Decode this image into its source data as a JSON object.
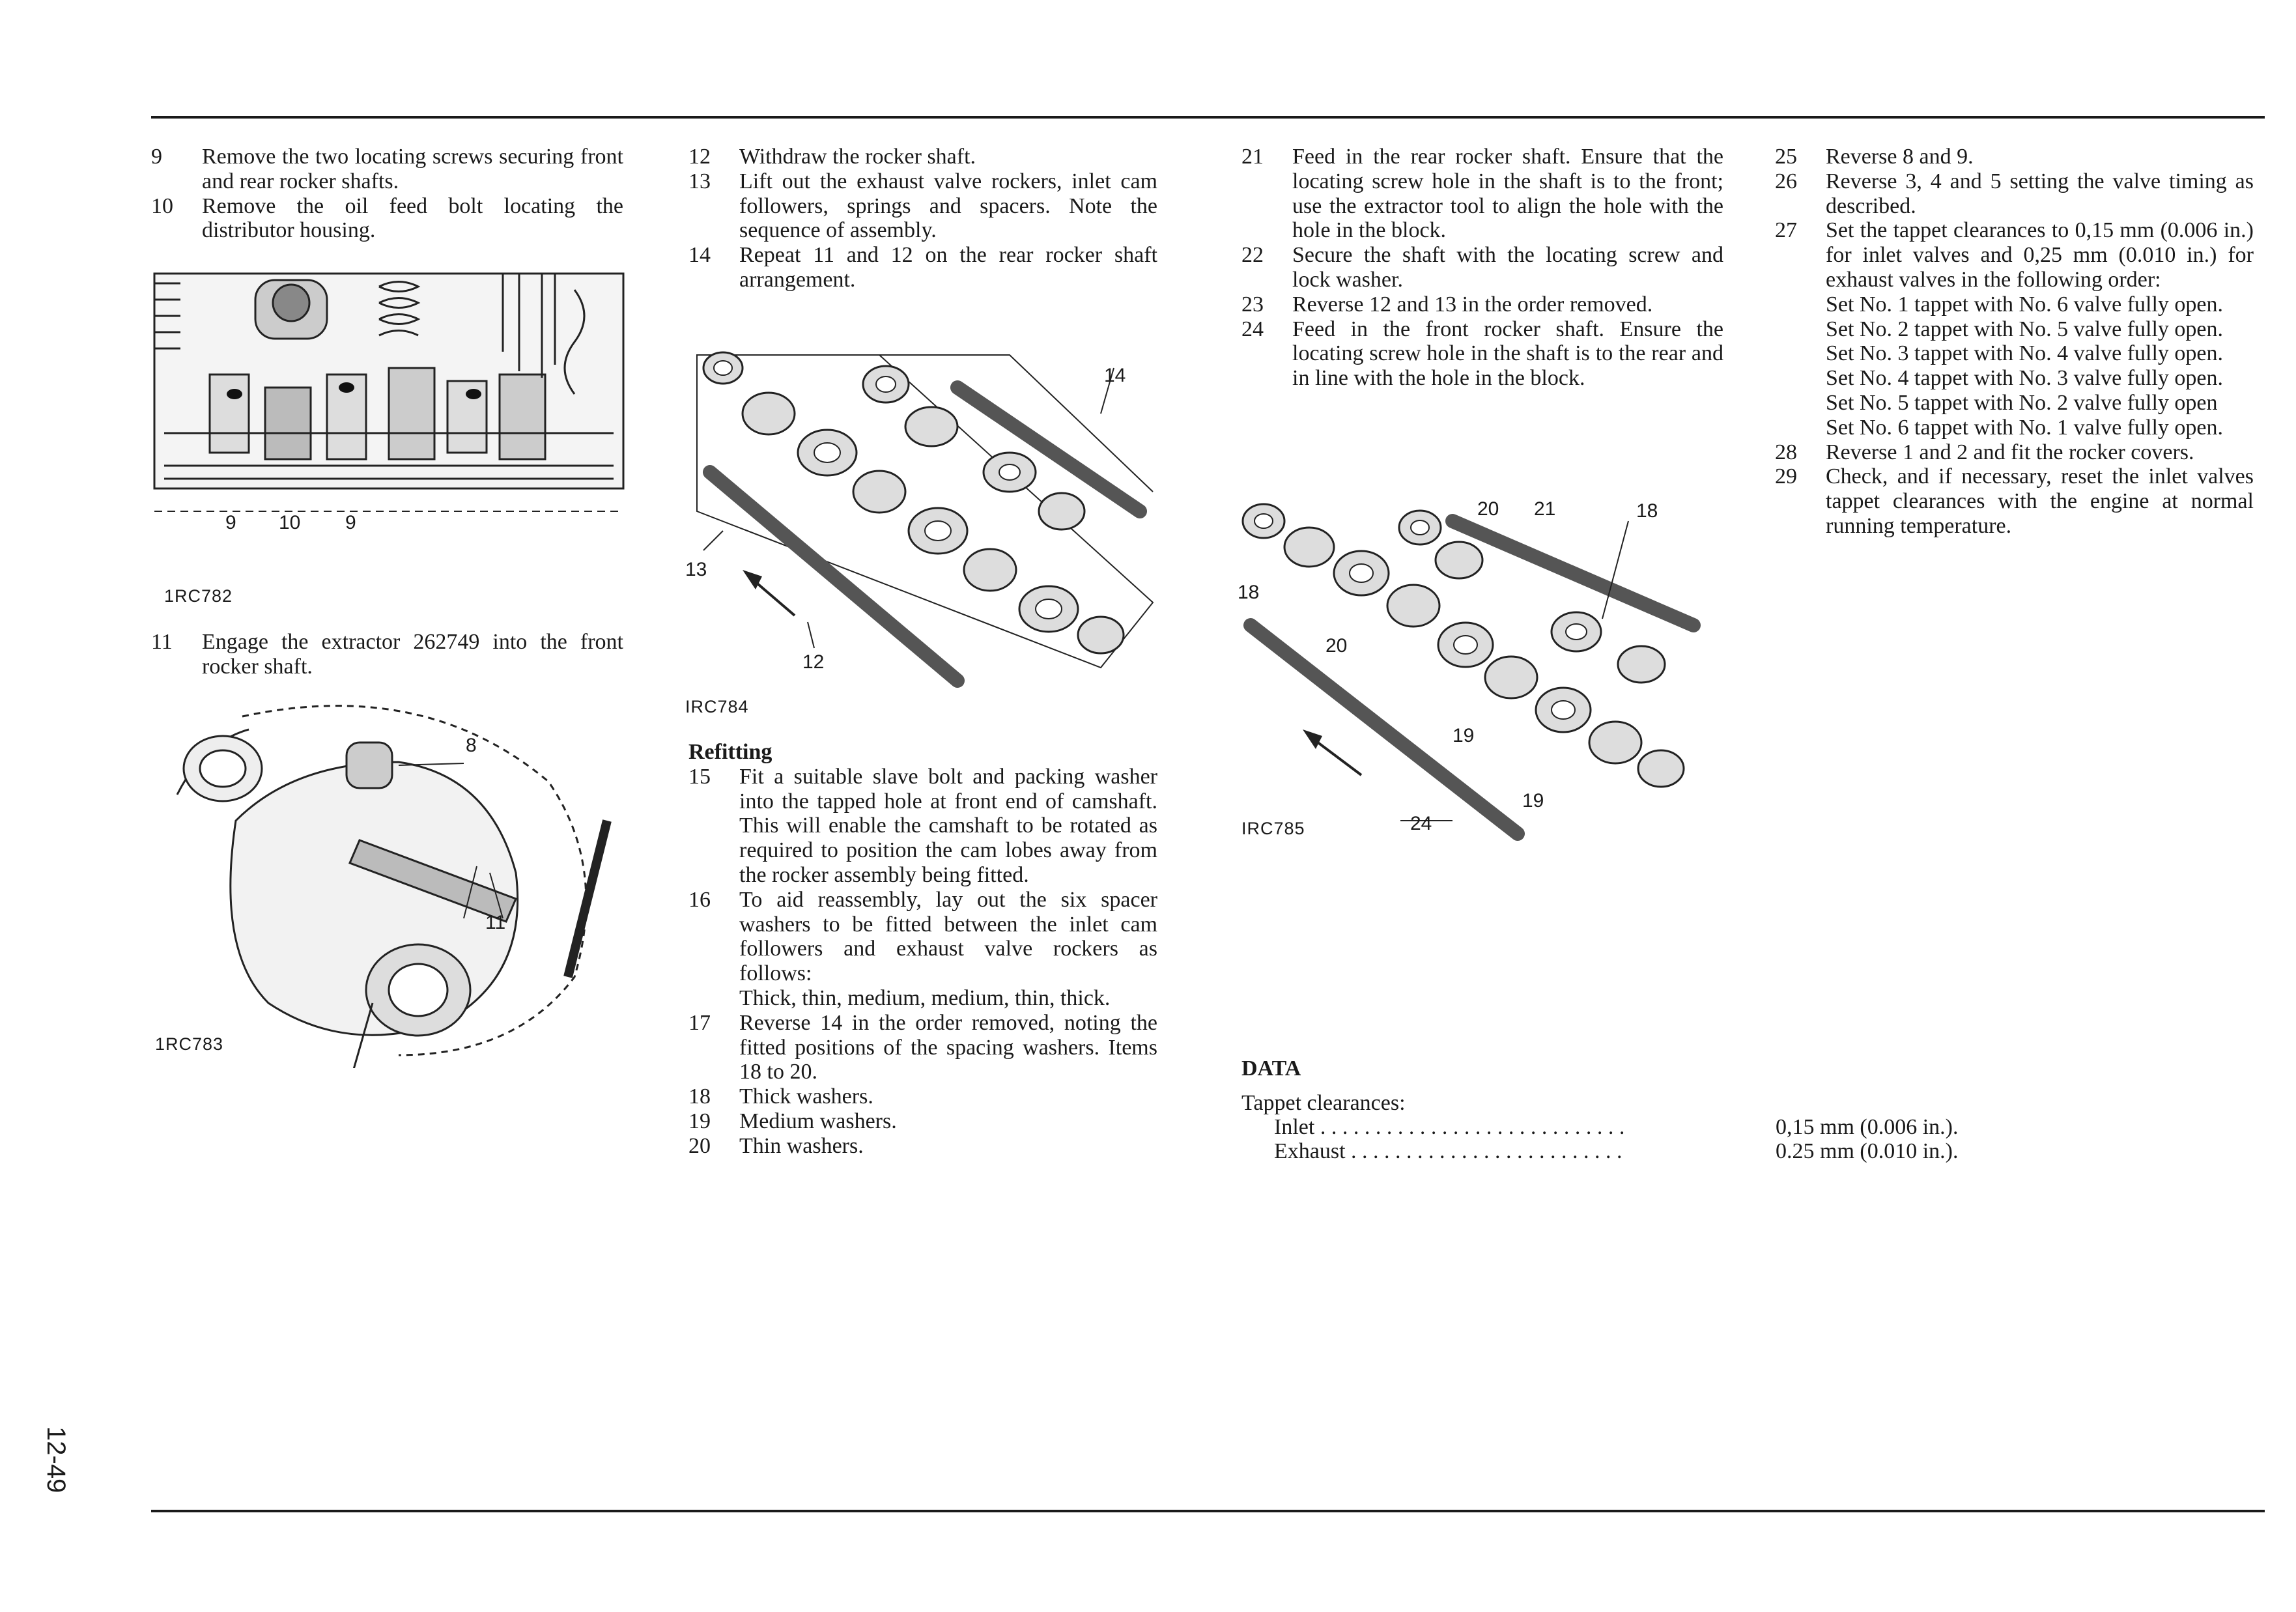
{
  "page_number": "12-49",
  "col1": {
    "items": [
      {
        "num": "9",
        "text": "Remove the two locating screws securing front and rear rocker shafts."
      },
      {
        "num": "10",
        "text": "Remove the oil feed bolt locating the distributor housing."
      }
    ],
    "fig1": {
      "caption": "1RC782",
      "callouts": [
        "9",
        "10",
        "9"
      ]
    },
    "item11": {
      "num": "11",
      "text": "Engage the extractor 262749 into the front rocker shaft."
    },
    "fig2": {
      "caption": "1RC783",
      "callouts": [
        "8",
        "11"
      ]
    }
  },
  "col2": {
    "items": [
      {
        "num": "12",
        "text": "Withdraw the rocker shaft."
      },
      {
        "num": "13",
        "text": "Lift out the exhaust valve rockers, inlet cam followers, springs and spacers. Note the sequence of assembly."
      },
      {
        "num": "14",
        "text": "Repeat 11 and 12 on the rear rocker shaft arrangement."
      }
    ],
    "fig3": {
      "caption": "IRC784",
      "callouts": [
        "14",
        "13",
        "12"
      ]
    },
    "refitting_heading": "Refitting",
    "refitting_items": [
      {
        "num": "15",
        "text": "Fit a suitable slave bolt and packing washer into the tapped hole at front end of camshaft. This will enable the camshaft to be rotated as required to position the cam lobes away from the rocker assembly being fitted."
      },
      {
        "num": "16",
        "text": "To aid reassembly, lay out the six spacer washers to be fitted between the inlet cam followers and exhaust valve rockers as follows:",
        "sub": "Thick, thin, medium, medium, thin, thick."
      },
      {
        "num": "17",
        "text": "Reverse 14 in the order removed, noting the fitted positions of the spacing washers. Items 18 to 20."
      },
      {
        "num": "18",
        "text": "Thick washers."
      },
      {
        "num": "19",
        "text": "Medium washers."
      },
      {
        "num": "20",
        "text": "Thin washers."
      }
    ]
  },
  "col3": {
    "items": [
      {
        "num": "21",
        "text": "Feed in the rear rocker shaft. Ensure that the locating screw hole in the shaft is to the front; use the extractor tool to align the hole with the hole in the block."
      },
      {
        "num": "22",
        "text": "Secure the shaft with the locating screw and lock washer."
      },
      {
        "num": "23",
        "text": "Reverse 12 and 13 in the order removed."
      },
      {
        "num": "24",
        "text": "Feed in the front rocker shaft. Ensure the locating screw hole in the shaft is to the rear and in line with the hole in the block."
      }
    ],
    "fig4": {
      "caption": "IRC785",
      "callouts": [
        "20",
        "21",
        "18",
        "18",
        "20",
        "19",
        "19",
        "24"
      ]
    }
  },
  "col4": {
    "items": [
      {
        "num": "25",
        "text": "Reverse 8 and 9."
      },
      {
        "num": "26",
        "text": "Reverse 3, 4 and 5 setting the valve timing as described."
      },
      {
        "num": "27",
        "text": "Set the tappet clearances to 0,15 mm (0.006 in.) for inlet valves and 0,25 mm (0.010 in.) for exhaust valves in the following order:",
        "sub": [
          "Set No. 1 tappet with No. 6 valve fully open.",
          "Set No. 2 tappet with No. 5 valve fully open.",
          "Set No. 3 tappet with No. 4 valve fully open.",
          "Set No. 4 tappet with No. 3 valve fully open.",
          "Set No. 5 tappet with No. 2 valve fully open",
          "Set No. 6 tappet with No. 1 valve fully open."
        ]
      },
      {
        "num": "28",
        "text": "Reverse 1 and 2 and fit the rocker covers."
      },
      {
        "num": "29",
        "text": "Check, and if necessary, reset the inlet valves tappet clearances with the engine at normal running temperature."
      }
    ]
  },
  "data_section": {
    "heading": "DATA",
    "label": "Tappet clearances:",
    "rows": [
      {
        "name": "Inlet",
        "leader": " . . . . . . . . . . . . . . . . . . . . . . . . . . . .",
        "value": "0,15 mm (0.006 in.)."
      },
      {
        "name": "Exhaust",
        "leader": " . . . . . . . . . . . . . . . . . . . . . . . . .",
        "value": "0.25 mm (0.010 in.)."
      }
    ]
  }
}
